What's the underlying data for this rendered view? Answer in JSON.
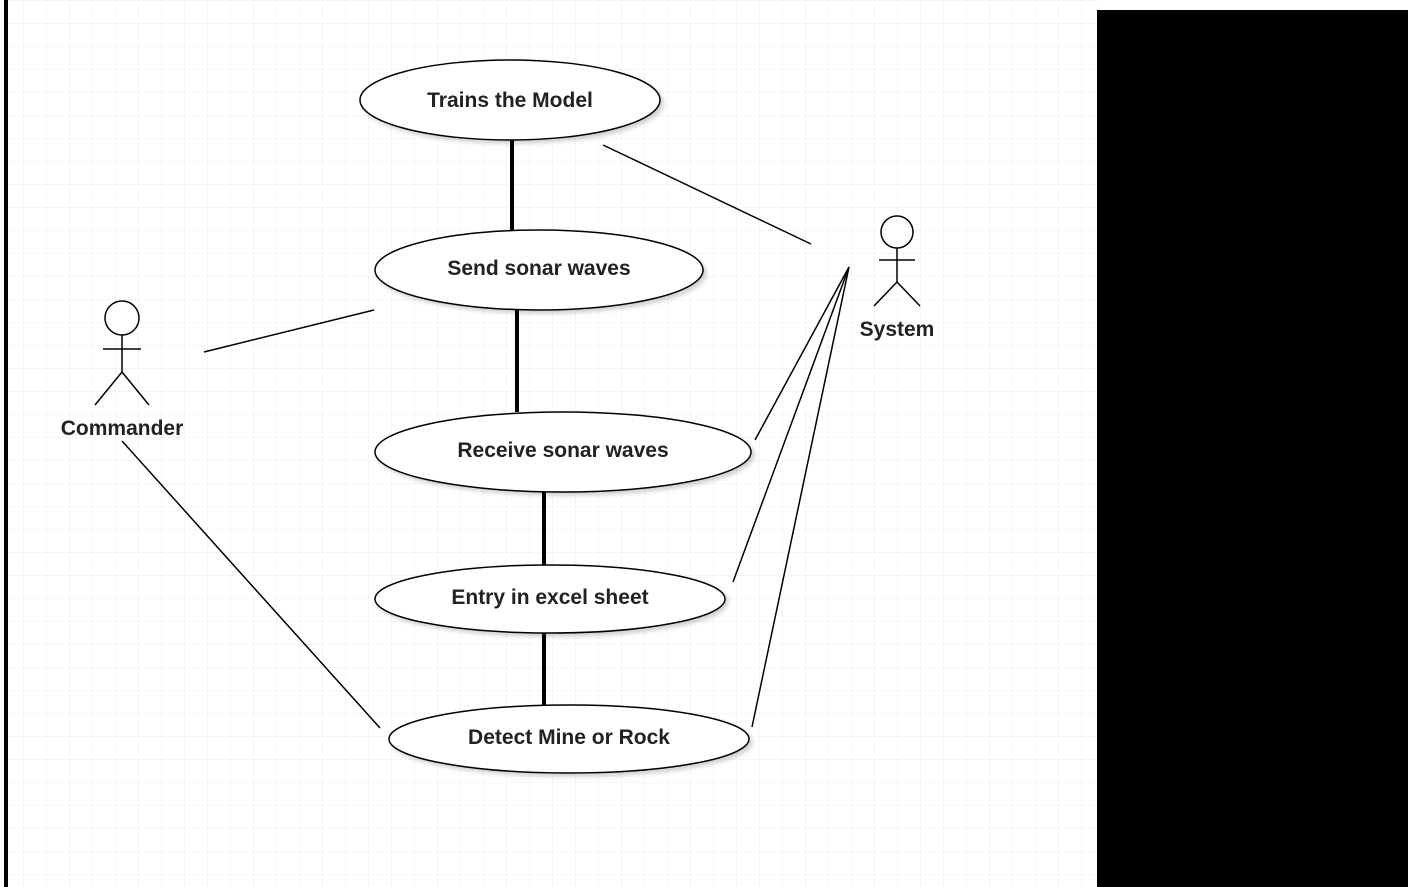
{
  "diagram": {
    "type": "use-case",
    "actors": {
      "commander": "Commander",
      "system": "System"
    },
    "use_cases": {
      "trains_model": "Trains the Model",
      "send_waves": "Send sonar waves",
      "receive_waves": "Receive sonar waves",
      "excel_entry": "Entry in excel sheet",
      "detect": "Detect Mine or Rock"
    },
    "links": [
      [
        "trains_model",
        "send_waves"
      ],
      [
        "send_waves",
        "receive_waves"
      ],
      [
        "receive_waves",
        "excel_entry"
      ],
      [
        "excel_entry",
        "detect"
      ],
      [
        "commander",
        "send_waves"
      ],
      [
        "commander",
        "detect"
      ],
      [
        "system",
        "trains_model"
      ],
      [
        "system",
        "receive_waves"
      ],
      [
        "system",
        "excel_entry"
      ],
      [
        "system",
        "detect"
      ]
    ]
  },
  "colors": {
    "grid": "#eeeeee",
    "stroke": "#000000",
    "text": "#222222",
    "panel": "#000000"
  }
}
